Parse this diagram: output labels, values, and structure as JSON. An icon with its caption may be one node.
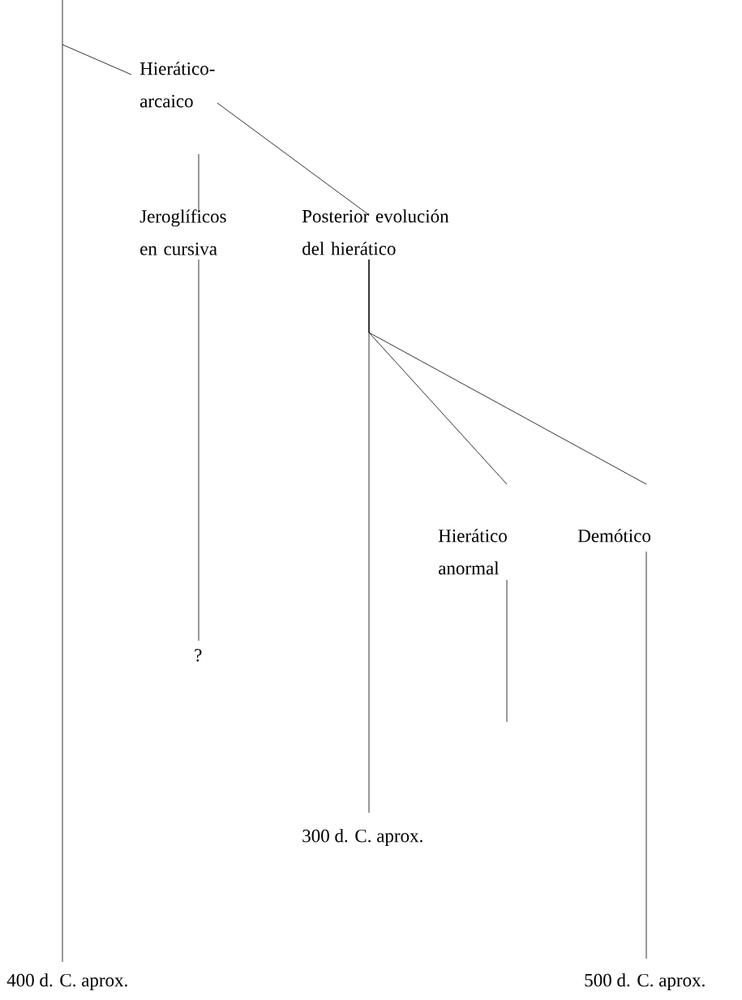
{
  "diagram": {
    "nodes": [
      {
        "text": [
          "Hierático-arcaico"
        ]
      },
      {
        "text": [
          "Jeroglíficos en cursiva"
        ]
      },
      {
        "text": [
          "Posterior evolución del hierático"
        ]
      },
      {
        "text": [
          "Hierático anormal"
        ]
      },
      {
        "text": [
          "Demótico"
        ]
      },
      {
        "text": [
          "?"
        ]
      },
      {
        "text": [
          "300 d. C. aprox."
        ]
      },
      {
        "text": [
          "400 d. C. aprox."
        ]
      },
      {
        "text": [
          "500 d. C. aprox."
        ]
      }
    ],
    "edges": [
      {
        "from": null,
        "to": 7,
        "arrow": "none"
      },
      {
        "from": null,
        "to": 0,
        "arrow": "none"
      },
      {
        "from": 0,
        "to": 1,
        "arrow": "none"
      },
      {
        "from": 0,
        "to": 2,
        "arrow": "none"
      },
      {
        "from": 1,
        "to": 5,
        "arrow": "none"
      },
      {
        "from": 2,
        "to": 6,
        "arrow": "none"
      },
      {
        "from": 2,
        "to": 3,
        "arrow": "none"
      },
      {
        "from": 2,
        "to": 4,
        "arrow": "none"
      },
      {
        "from": 3,
        "to": null,
        "arrow": "none"
      },
      {
        "from": 4,
        "to": 8,
        "arrow": "none"
      }
    ]
  }
}
